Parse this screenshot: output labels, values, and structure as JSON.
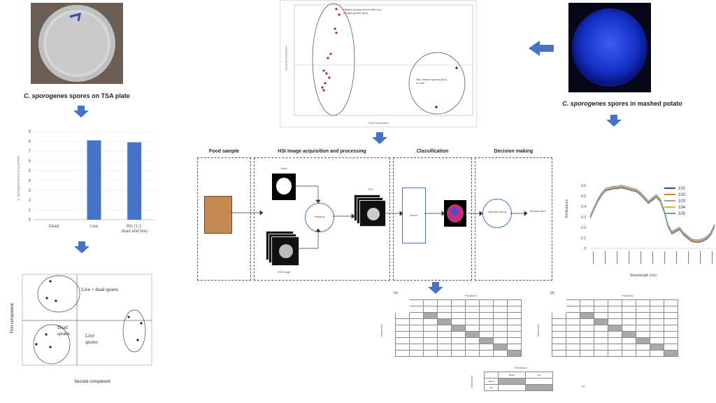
{
  "captions": {
    "tsa": {
      "italic": "C. sporogenes",
      "rest": " spores on TSA plate"
    },
    "potato": {
      "italic": "C. sporogenes",
      "rest": " spores in mashed potato"
    }
  },
  "bar_chart": {
    "type": "bar",
    "categories": [
      "Dead",
      "Live",
      "Mix (1:1: dead and live)"
    ],
    "values": [
      0,
      8.1,
      7.9
    ],
    "ylabel": "C. sporogenes spores (Log CFU/ml)",
    "yticks": [
      "0",
      "1",
      "2",
      "3",
      "4",
      "5",
      "6",
      "7",
      "8",
      "9"
    ],
    "ylim": [
      0,
      9
    ],
    "color": "#4472c4"
  },
  "pca_left": {
    "xlabel": "Second component",
    "ylabel": "First component",
    "labels": {
      "cluster_top": "Live + dead spores",
      "cluster_left": "Dead spores",
      "cluster_mid": "Live spores"
    }
  },
  "pca_top": {
    "xlabel": "First Component",
    "ylabel": "Second component",
    "note_left": "Heated spores mixed with non-heated spores (live)",
    "note_right": "Non-heated spores (live) in both"
  },
  "workflow": {
    "panels": [
      {
        "title": "Food sample"
      },
      {
        "title": "HSI image acquisition and processing"
      },
      {
        "title": "Classification"
      },
      {
        "title": "Decision making"
      }
    ],
    "mask_label": "Mask",
    "hsi_label": "HSI image",
    "masking_label": "Masking",
    "roi_label": "ROI",
    "model_label": "Model",
    "vote_label": "Majority voting",
    "output_label": "Sample label"
  },
  "spectra": {
    "type": "line",
    "ylabel": "Reflectance",
    "xlabel": "Wavelength (nm)",
    "yticks": [
      "0",
      "0.1",
      "0.2",
      "0.3",
      "0.4",
      "0.5",
      "0.6"
    ],
    "legend": [
      "10^1",
      "10^2",
      "10^3",
      "10^4",
      "10^5"
    ],
    "colors": [
      "#2e4c8c",
      "#e07b2a",
      "#a6a6a6",
      "#e6b429",
      "#5b9bd5"
    ]
  },
  "conf_tables": {
    "a_label": "(a)",
    "b_label": "(b)",
    "header": "Predicted",
    "row_axis": "Observed",
    "c_header": "Prediction",
    "c_row_axis": "Observed",
    "c_cols": [
      "Mixed",
      "Live"
    ],
    "c_rows": [
      "Mixed",
      "Live"
    ],
    "c_label": "(c)"
  },
  "icons": {
    "arrow": "block-arrow",
    "dish": "petri-dish-photo",
    "potato": "fluorescent-potato-photo"
  }
}
